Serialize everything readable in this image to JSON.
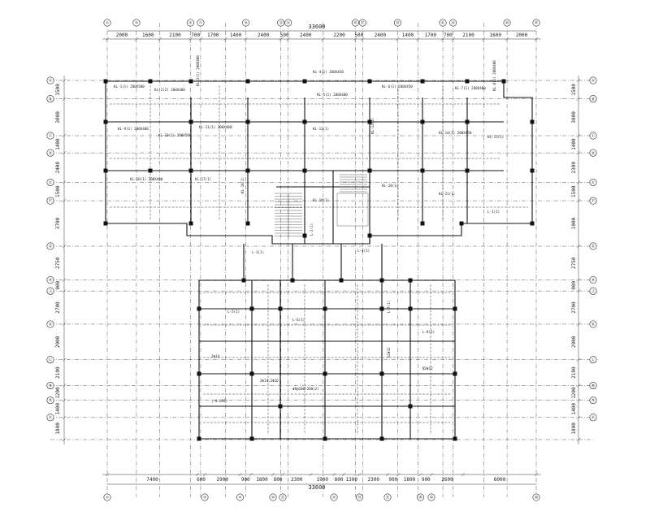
{
  "drawing": {
    "overall_dim_top": "33600",
    "overall_dim_bottom": "33600",
    "top_dims": [
      "2000",
      "1600",
      "2100",
      "700",
      "1700",
      "1400",
      "2400",
      "500",
      "2400",
      "2200",
      "500",
      "2400",
      "1400",
      "1700",
      "700",
      "2100",
      "1600",
      "2000"
    ],
    "bottom_dims": [
      "7400",
      "600",
      "2900",
      "900",
      "1800",
      "800",
      "2300",
      "1900",
      "800",
      "1300",
      "2300",
      "900",
      "1800",
      "900",
      "2600",
      "6000"
    ],
    "left_dims": [
      "1500",
      "3000",
      "1400",
      "2400",
      "1500",
      "3700",
      "2750",
      "900",
      "2700",
      "2900",
      "2100",
      "1200",
      "1400",
      "1800"
    ],
    "right_dims": [
      "1500",
      "3000",
      "1400",
      "2300",
      "1500",
      "1000",
      "2750",
      "900",
      "2700",
      "2900",
      "2100",
      "1200",
      "1400",
      "1800"
    ],
    "top_axes": [
      "①",
      "③",
      "⑤",
      "⑦",
      "⑨",
      "⑪",
      "⑬",
      "⑮",
      "⑰",
      "⑲",
      "㉑",
      "㉓",
      "㉕",
      "㉗"
    ],
    "bottom_axes": [
      "①",
      "③",
      "⑥",
      "⑩",
      "⑪",
      "⑬",
      "⑮",
      "⑰",
      "⑳",
      "㉒",
      "㉔"
    ],
    "left_axes": [
      "Ⓐ",
      "Ⓑ",
      "Ⓒ",
      "Ⓓ",
      "Ⓔ",
      "Ⓕ",
      "Ⓖ",
      "Ⓗ",
      "Ⓙ",
      "Ⓚ",
      "Ⓛ",
      "Ⓜ",
      "Ⓝ",
      "Ⓟ"
    ],
    "right_axes": [
      "Ⓐ",
      "Ⓑ",
      "Ⓒ",
      "Ⓓ",
      "Ⓔ",
      "Ⓕ",
      "Ⓖ",
      "Ⓗ",
      "Ⓙ",
      "Ⓚ",
      "Ⓛ",
      "Ⓜ",
      "Ⓝ",
      "Ⓟ"
    ],
    "beam_labels": [
      "KL-1(1) 200X500",
      "KL-2(2) 200X400",
      "KL-3(1) 200X400",
      "KL-4(1) 200X450",
      "KL-5(1) 200X400",
      "KL-6(1) 200X450",
      "KL-7(1) 200X400",
      "KL-8(1) 200X400",
      "KL-9(1) 200X400",
      "KL-10(1) 200X500",
      "KL-11(1) 200X400",
      "KL-12(1)",
      "KL-13(1)",
      "KL-14(1) 200X450",
      "KL-15(1)",
      "KL-16(1) 200X400",
      "KL-17(1)",
      "KL-18(1)",
      "KL-19(1)",
      "KL-20(1)",
      "KL-21(1)",
      "L-1(1)",
      "L-2(1)",
      "L-3(1)",
      "L-4(1)",
      "L-5(1)",
      "L-6(1)",
      "L-7(1)",
      "L-8(1)",
      "2Φ14",
      "2Φ14;2Φ16",
      "Φ8@100/200(2)",
      "G2Φ12",
      "N2Φ12",
      "(-0.050)"
    ]
  }
}
